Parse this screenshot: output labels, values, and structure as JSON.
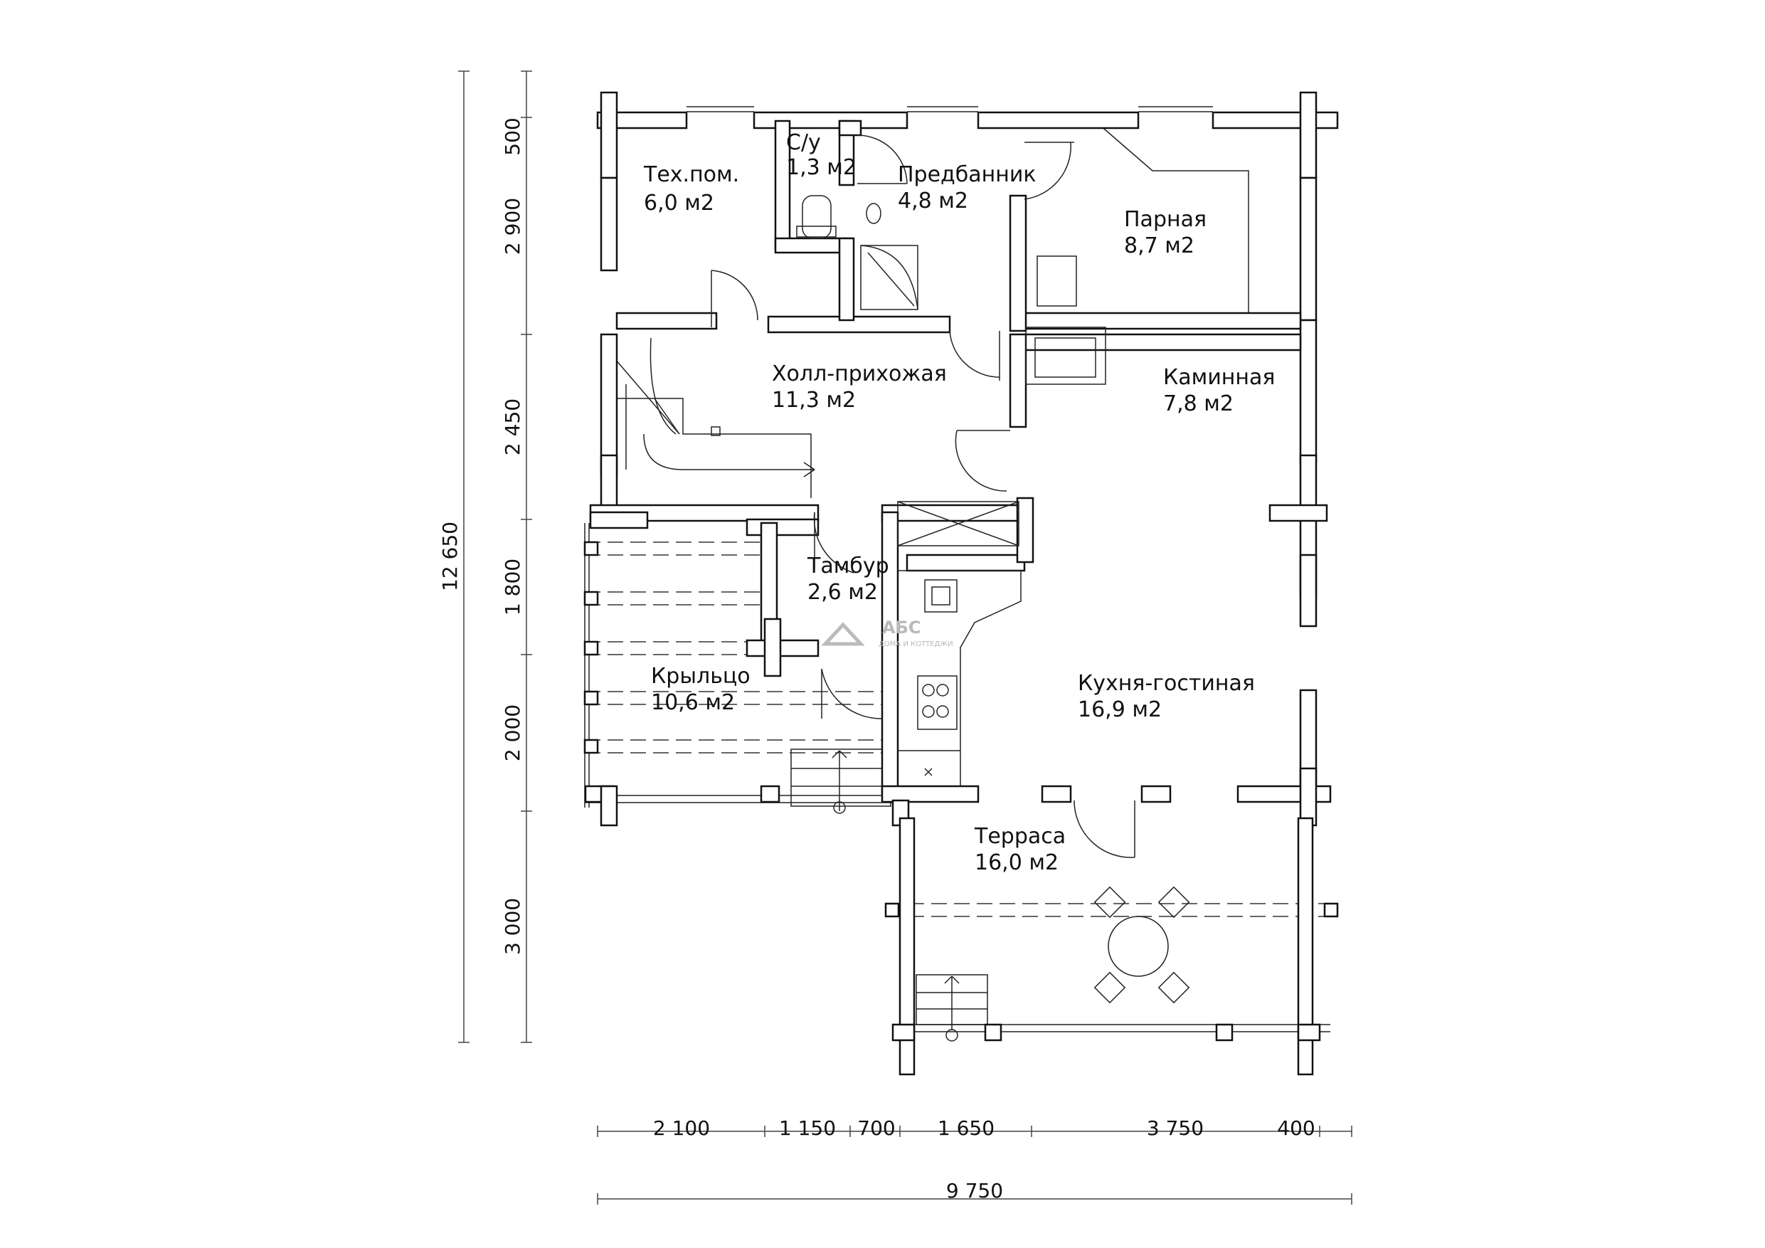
{
  "rooms": {
    "tech": {
      "name": "Тех.пом.",
      "area": "6,0 м2"
    },
    "wc": {
      "name": "С/у",
      "area": "1,3 м2"
    },
    "anteroom": {
      "name": "Предбанник",
      "area": "4,8 м2"
    },
    "steam": {
      "name": "Парная",
      "area": "8,7 м2"
    },
    "hall": {
      "name": "Холл-прихожая",
      "area": "11,3 м2"
    },
    "fireplace": {
      "name": "Каминная",
      "area": "7,8 м2"
    },
    "vestibule": {
      "name": "Тамбур",
      "area": "2,6 м2"
    },
    "porch": {
      "name": "Крыльцо",
      "area": "10,6 м2"
    },
    "kitchen": {
      "name": "Кухня-гостиная",
      "area": "16,9 м2"
    },
    "terrace": {
      "name": "Терраса",
      "area": "16,0 м2"
    }
  },
  "dimensions": {
    "bottom": [
      "2 100",
      "1 150",
      "700",
      "1 650",
      "3 750",
      "400"
    ],
    "bottom_total": "9 750",
    "left": [
      "500",
      "2 900",
      "2 450",
      "1 800",
      "2 000",
      "3 000"
    ],
    "left_total": "12 650"
  },
  "watermark": {
    "logo": "АБС",
    "tagline": "ДОМА И КОТТЕДЖИ"
  }
}
